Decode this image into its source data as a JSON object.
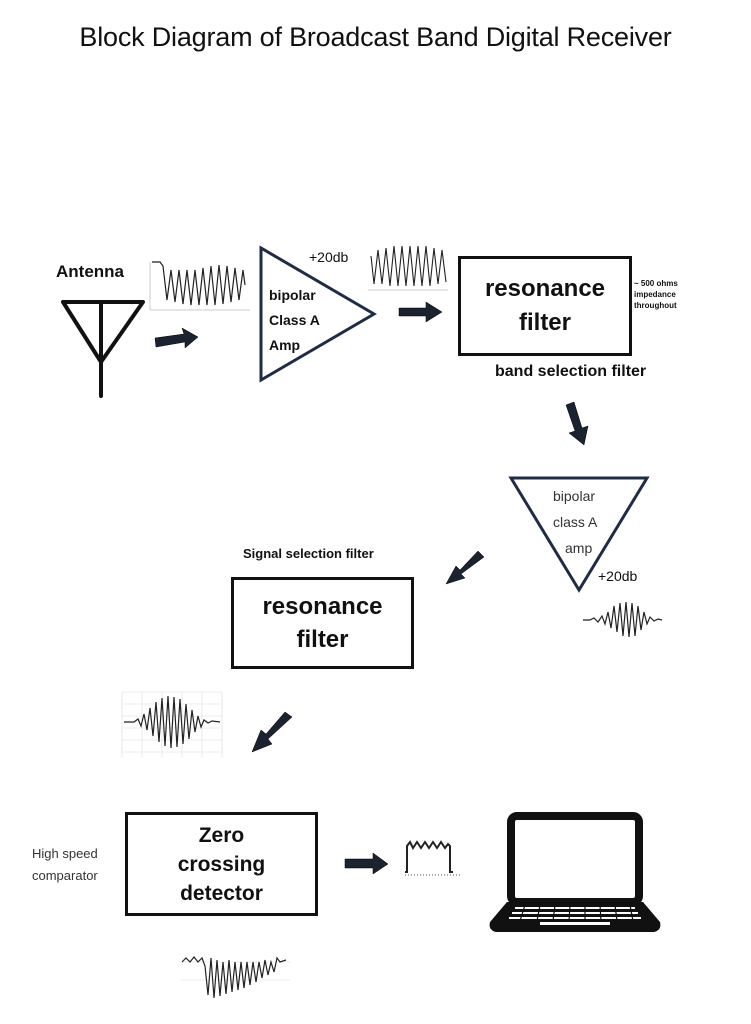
{
  "title": "Block Diagram of Broadcast Band Digital Receiver",
  "antenna": {
    "label": "Antenna"
  },
  "amp1": {
    "gain": "+20db",
    "line1": "bipolar",
    "line2": "Class A",
    "line3": "Amp"
  },
  "filter1": {
    "line1": "resonance",
    "line2": "filter",
    "impedance_line1": "~ 500 ohms",
    "impedance_line2": "impedance",
    "impedance_line3": "throughout",
    "caption": "band selection filter"
  },
  "amp2": {
    "line1": "bipolar",
    "line2": "class A",
    "line3": "amp",
    "gain": "+20db"
  },
  "filter2": {
    "caption": "Signal selection filter",
    "line1": "resonance",
    "line2": "filter"
  },
  "detector": {
    "line1": "Zero",
    "line2": "crossing",
    "line3": "detector",
    "side_line1": "High speed",
    "side_line2": "comparator"
  },
  "output": {
    "icon": "laptop-icon"
  }
}
